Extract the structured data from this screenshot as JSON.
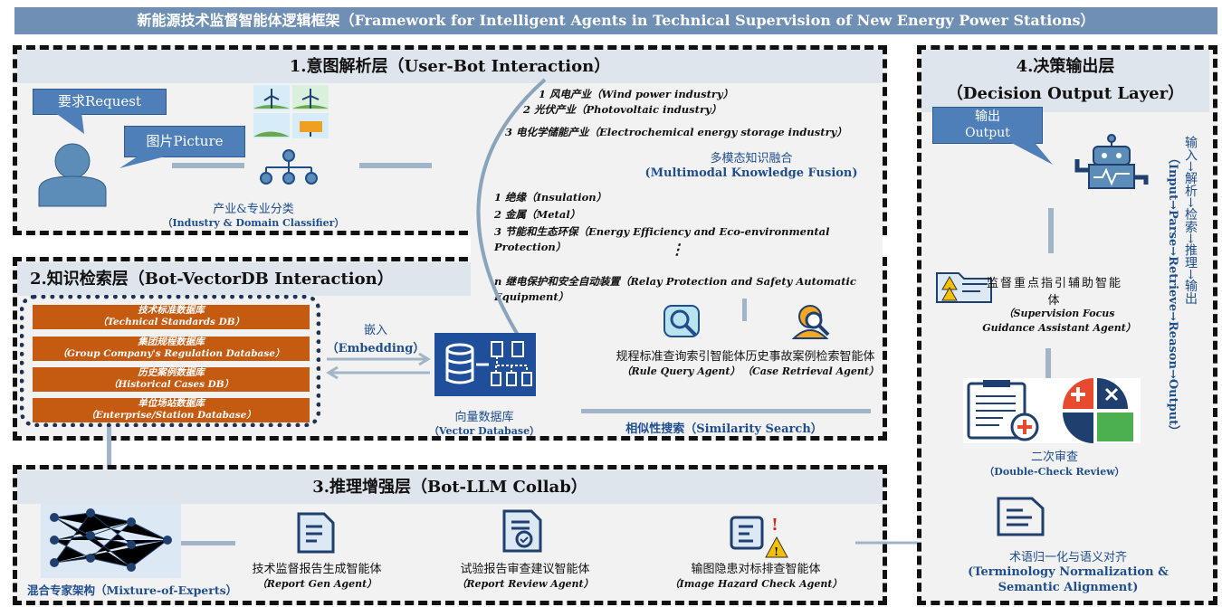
{
  "title": "新能源技术监督智能体逻辑框架（Framework for Intelligent Agents in Technical Supervision of New Energy Power Stations）",
  "layer1": {
    "title": "1.意图解析层（User-Bot Interaction）",
    "request": "要求Request",
    "picture": "图片Picture",
    "classifier_cn": "产业&专业分类",
    "classifier_en": "（Industry & Domain Classifier）"
  },
  "industries": [
    "1 风电产业（Wind power industry）",
    "2 光伏产业（Photovoltaic industry）",
    "3 电化学储能产业（Electrochemical energy storage industry）"
  ],
  "fusion": {
    "cn": "多模态知识融合",
    "en": "(Multimodal Knowledge Fusion)"
  },
  "domains": [
    "1 绝缘（Insulation）",
    "2 金属（Metal）",
    "3 节能和生态环保（Energy Efficiency and Eco-environmental Protection）",
    "⋮",
    "n 继电保护和安全自动装置（Relay Protection and Safety Automatic Equipment）"
  ],
  "layer2": {
    "title": "2.知识检索层（Bot-VectorDB Interaction）",
    "databases": [
      {
        "cn": "技术标准数据库",
        "en": "（Technical Standards DB）"
      },
      {
        "cn": "集团规程数据库",
        "en": "（Group Company's Regulation Database）"
      },
      {
        "cn": "历史案例数据库",
        "en": "（Historical Cases DB）"
      },
      {
        "cn": "单位场站数据库",
        "en": "（Enterprise/Station Database）"
      }
    ],
    "embedding_cn": "嵌入",
    "embedding_en": "（Embedding）",
    "vector_cn": "向量数据库",
    "vector_en": "（Vector Database）",
    "rule_cn": "规程标准查询索引智能体",
    "rule_en": "（Rule Query Agent）",
    "case_cn": "历史事故案例检索智能体",
    "case_en": "（Case Retrieval Agent）",
    "similarity": "相似性搜索（Similarity Search）"
  },
  "layer3": {
    "title": "3.推理增强层（Bot-LLM Collab）",
    "moe": "混合专家架构（Mixture-of-Experts）",
    "agents": [
      {
        "cn": "技术监督报告生成智能体",
        "en": "（Report Gen Agent）"
      },
      {
        "cn": "试验报告审查建议智能体",
        "en": "（Report Review Agent）"
      },
      {
        "cn": "输图隐患对标排查智能体",
        "en": "（Image Hazard Check Agent）"
      }
    ]
  },
  "layer4": {
    "title_cn": "4.决策输出层",
    "title_en": "（Decision Output Layer）",
    "output_cn": "输出",
    "output_en": "Output",
    "guide_cn": "监督重点指引辅助智能体",
    "guide_en": "（Supervision Focus Guidance Assistant Agent）",
    "review_cn": "二次审查",
    "review_en": "（Double-Check Review）",
    "term_cn": "术语归一化与语义对齐",
    "term_en": "(Terminology Normalization & Semantic Alignment)",
    "flow_cn": "输入→解析→检索→推理→输出",
    "flow_en": "（Input→Parse→Retrieve→Reason→Output）"
  }
}
